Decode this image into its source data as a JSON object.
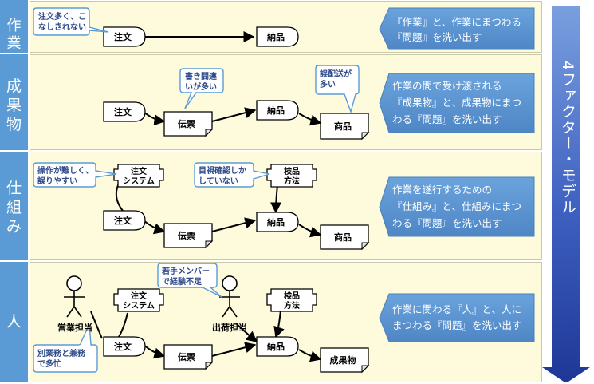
{
  "rows": [
    {
      "label": "作業"
    },
    {
      "label": "成果物"
    },
    {
      "label": "仕組み"
    },
    {
      "label": "人"
    }
  ],
  "nodes": {
    "r1_order": "注文",
    "r1_delivery": "納品",
    "r2_order": "注文",
    "r2_slip": "伝票",
    "r2_delivery": "納品",
    "r2_goods": "商品",
    "r3_system": "注文\nシステム",
    "r3_method": "検品\n方法",
    "r3_order": "注文",
    "r3_slip": "伝票",
    "r3_delivery": "納品",
    "r3_goods": "商品",
    "r4_system": "注文\nシステム",
    "r4_method": "検品\n方法",
    "r4_order": "注文",
    "r4_slip": "伝票",
    "r4_delivery": "納品",
    "r4_output": "成果物"
  },
  "actors": {
    "sales": "営業担当",
    "shipping": "出荷担当"
  },
  "callouts": {
    "r1_orders": "注文多く、こ\nなしきれない",
    "r2_typo": "書き間違\nいが多い",
    "r2_misship": "誤配送が\n多い",
    "r3_hard": "操作が難しく、\n誤りやすい",
    "r3_visual": "目視確認しか\nしていない",
    "r4_young": "若手メンバー\nで経験不足",
    "r4_busy": "別業務と兼務\nで多忙"
  },
  "descriptions": {
    "r1": "『作業』と、作業にまつわる\n『問題』を洗い出す",
    "r2": "作業の間で受け渡される\n『成果物』と、成果物にまつ\nわる『問題』を洗い出す",
    "r3": "作業を遂行するための\n『仕組み』と、仕組みにまつ\nわる『問題』を洗い出す",
    "r4": "作業に関わる『人』と、人に\nまつわる『問題』を洗い出す"
  },
  "model_label": "4ファクター・モデル",
  "colors": {
    "label_bg": "#5b9bd5",
    "panel_bg": "#fdfbdc",
    "callout_border": "#5b9bd5",
    "callout_text": "#2e4a8a",
    "desc_box": "#5b9bd5",
    "arrow_top": "#6d8fd6",
    "arrow_bottom": "#203a96"
  }
}
